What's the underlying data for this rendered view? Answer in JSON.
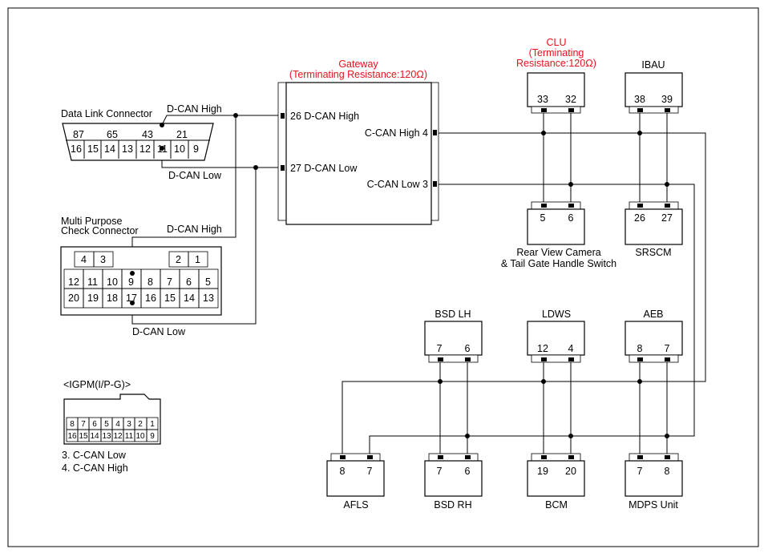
{
  "colors": {
    "highlight": "#e8111d",
    "line": "#000000",
    "background": "#ffffff"
  },
  "dlc": {
    "title": "Data Link Connector",
    "top_pins": [
      "87",
      "65",
      "43",
      "21"
    ],
    "bottom_pins": [
      "16",
      "15",
      "14",
      "13",
      "12",
      "11",
      "10",
      "9"
    ],
    "high_label": "D-CAN High",
    "low_label": "D-CAN Low"
  },
  "mpcc": {
    "title_line1": "Multi Purpose",
    "title_line2": "Check Connector",
    "tab_pins": [
      "4",
      "3",
      "2",
      "1"
    ],
    "row1": [
      "12",
      "11",
      "10",
      "9",
      "8",
      "7",
      "6",
      "5"
    ],
    "row2": [
      "20",
      "19",
      "18",
      "17",
      "16",
      "15",
      "14",
      "13"
    ],
    "high_label": "D-CAN High",
    "low_label": "D-CAN Low"
  },
  "gateway": {
    "title": "Gateway",
    "subtitle": "(Terminating Resistance:120Ω)",
    "pin_dcan_high": "26 D-CAN High",
    "pin_dcan_low": "27 D-CAN Low",
    "pin_ccan_high": "C-CAN High 4",
    "pin_ccan_low": "C-CAN Low 3"
  },
  "clu": {
    "title": "CLU",
    "subtitle_line1": "(Terminating",
    "subtitle_line2": "Resistance:120Ω)",
    "pins": [
      "33",
      "32"
    ]
  },
  "ibau": {
    "title": "IBAU",
    "pins": [
      "38",
      "39"
    ]
  },
  "rvc": {
    "label_line1": "Rear View Camera",
    "label_line2": "& Tail Gate Handle Switch",
    "pins": [
      "5",
      "6"
    ]
  },
  "srscm": {
    "label": "SRSCM",
    "pins": [
      "26",
      "27"
    ]
  },
  "bsd_lh": {
    "title": "BSD LH",
    "pins": [
      "7",
      "6"
    ]
  },
  "ldws": {
    "title": "LDWS",
    "pins": [
      "12",
      "4"
    ]
  },
  "aeb": {
    "title": "AEB",
    "pins": [
      "8",
      "7"
    ]
  },
  "afls": {
    "label": "AFLS",
    "pins": [
      "8",
      "7"
    ]
  },
  "bsd_rh": {
    "label": "BSD RH",
    "pins": [
      "7",
      "6"
    ]
  },
  "bcm": {
    "label": "BCM",
    "pins": [
      "19",
      "20"
    ]
  },
  "mdps": {
    "label": "MDPS Unit",
    "pins": [
      "7",
      "8"
    ]
  },
  "igpm": {
    "title": "<IGPM(I/P-G)>",
    "row1": [
      "8",
      "7",
      "6",
      "5",
      "4",
      "3",
      "2",
      "1"
    ],
    "row2": [
      "16",
      "15",
      "14",
      "13",
      "12",
      "11",
      "10",
      "9"
    ],
    "note1": "3. C-CAN Low",
    "note2": "4. C-CAN High"
  }
}
